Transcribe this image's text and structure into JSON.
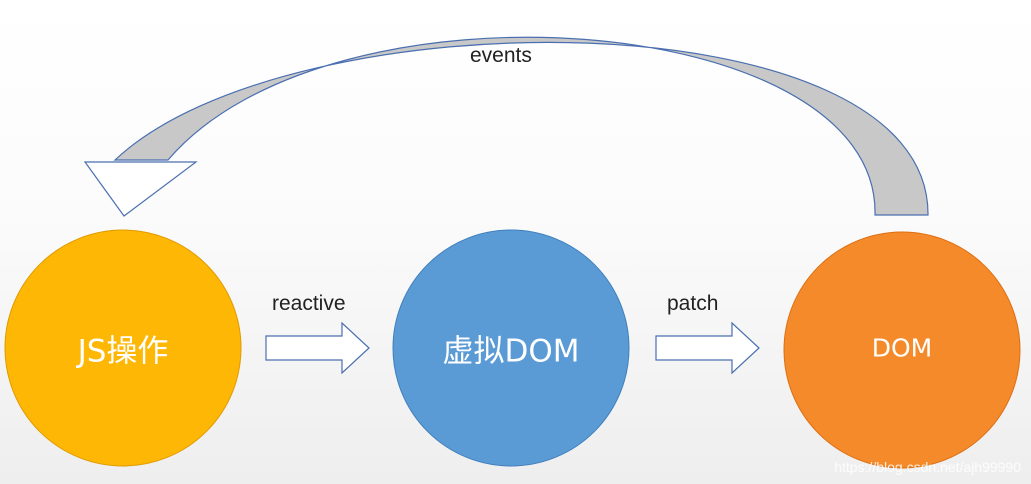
{
  "edges": {
    "events": "events",
    "reactive": "reactive",
    "patch": "patch"
  },
  "nodes": {
    "js": "JS操作",
    "vdom": "虚拟DOM",
    "dom": "DOM"
  },
  "colors": {
    "js": "#fdb704",
    "vdom": "#5b9bd5",
    "dom": "#f58a2a",
    "arrow_stroke": "#4a6fb0",
    "arrow_shadow": "#c8c8c8"
  },
  "watermark": "https://blog.csdn.net/ajh99990"
}
